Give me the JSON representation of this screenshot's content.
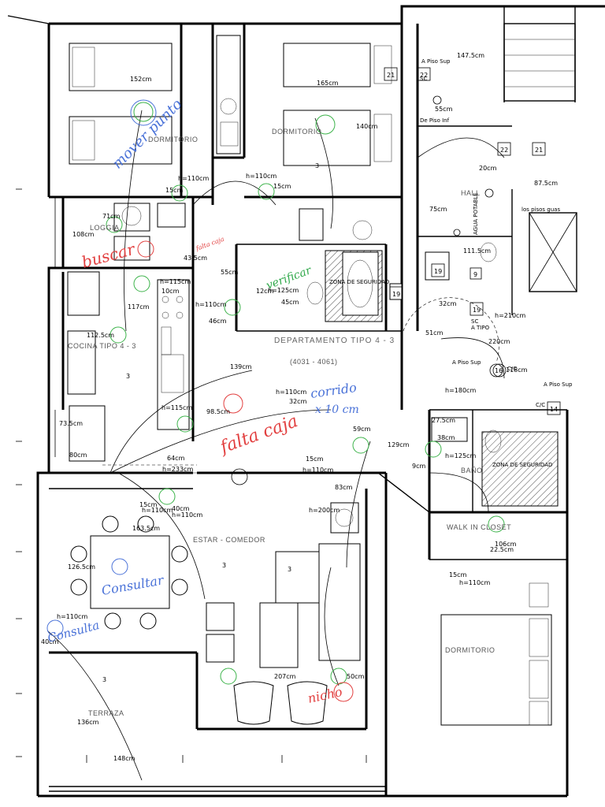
{
  "rooms": {
    "dormitorio_1": "DORMITORIO",
    "dormitorio_2": "DORMITORIO",
    "dormitorio_3": "DORMITORIO",
    "loggia": "LOGGIA",
    "cocina": "COCINA TIPO 4 - 3",
    "departamento": "DEPARTAMENTO TIPO 4 - 3",
    "departamento_nums": "(4031 - 4061)",
    "estar": "ESTAR - COMEDOR",
    "terraza": "TERRAZA",
    "hall": "HALL",
    "walk_in": "WALK IN CLOSET",
    "bano": "BAÑO",
    "zona_seguridad_1": "ZONA DE SEGURIDAD",
    "zona_seguridad_2": "ZONA DE SEGURIDAD"
  },
  "dimensions": {
    "d152": "152cm",
    "d165": "165cm",
    "d140": "140cm",
    "d1475": "147.5cm",
    "d55a": "55cm",
    "d20": "20cm",
    "d875": "87.5cm",
    "d110a": "h=110cm",
    "d15a": "15cm",
    "d15b": "15cm",
    "d110b": "h=110cm",
    "d71": "71cm",
    "d108": "108cm",
    "d435": "43.5cm",
    "d55b": "55cm",
    "d75": "75cm",
    "d1115": "111.5cm",
    "d32": "32cm",
    "d210": "h=210cm",
    "d51": "51cm",
    "d220": "220cm",
    "d118": "118cm",
    "d180": "h=180cm",
    "d115": "h=115cm",
    "d117": "117cm",
    "d110c": "h=110cm",
    "d46": "46cm",
    "d1125": "112.5cm",
    "d12": "12cm",
    "d125": "h=125cm",
    "d45": "45cm",
    "d139": "139cm",
    "d110d": "h=110cm",
    "d32b": "32cm",
    "d985": "98.5cm",
    "d59": "59cm",
    "d129": "129cm",
    "d275": "27.5cm",
    "d38": "38cm",
    "d125b": "h=125cm",
    "d9": "9cm",
    "d735": "73.5cm",
    "d80": "80cm",
    "d64": "64cm",
    "d233": "h=233cm",
    "d15c": "15cm",
    "d110e": "h=110cm",
    "d83": "83cm",
    "d200": "h=200cm",
    "d15d": "15cm",
    "d110f": "h=110cm",
    "d40a": "40cm",
    "d110g": "h=110cm",
    "d1635": "163.5cm",
    "d1265": "126.5cm",
    "d110h": "h=110cm",
    "d40b": "40cm",
    "d207": "207cm",
    "d50": "50cm",
    "d136": "136cm",
    "d148": "148cm",
    "d106": "106cm",
    "d225": "22.5cm",
    "d15e": "15cm",
    "d110i": "h=110cm",
    "d10": "10cm",
    "d115b": "h=115cm"
  },
  "tags": {
    "t21a": "21",
    "t22a": "22",
    "t22b": "22",
    "t21b": "21",
    "t19a": "19",
    "t9": "9",
    "t19b": "19",
    "t19c": "19",
    "t16": "16",
    "t14": "14",
    "t3": "3"
  },
  "notes": {
    "a_piso_sup": "A Piso Sup",
    "de_piso_inf": "De Piso Inf",
    "agua_potable": "AGUA POTABLE",
    "sc": "SC",
    "a_tipo": "A TIPO",
    "los_pisos": "los pisos guas",
    "cc": "C/C"
  },
  "annotations": {
    "mover_punto": "mover punto",
    "buscar": "buscar",
    "falta_caja_small": "falta caja",
    "verificar": "verificar",
    "falta_caja": "falta caja",
    "corrido": "corrido",
    "x10cm": "x 10 cm",
    "consultar": "Consultar",
    "consulta": "Consulta",
    "nicho": "nicho"
  }
}
